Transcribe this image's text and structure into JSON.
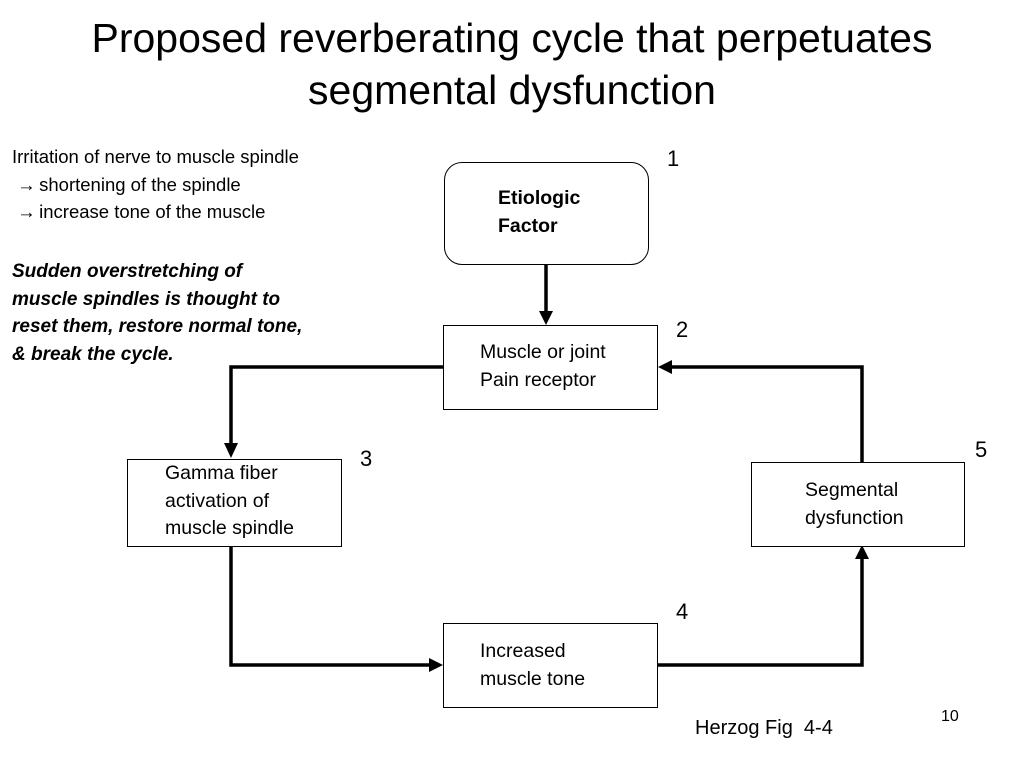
{
  "title": {
    "line1": "Proposed reverberating cycle that perpetuates",
    "line2": "segmental dysfunction"
  },
  "left_notes": {
    "line1": "Irritation of nerve to muscle spindle",
    "line2": "shortening of the spindle",
    "line3": "increase tone of the muscle",
    "arrow_glyph": "→"
  },
  "left_bold_note": {
    "line1": "Sudden overstretching of",
    "line2": "muscle spindles is thought to",
    "line3": "reset them, restore normal tone,",
    "line4": "& break the cycle."
  },
  "nodes": {
    "etiologic": {
      "number": "1",
      "line1": "Etiologic",
      "line2": "Factor"
    },
    "receptor": {
      "number": "2",
      "line1": "Muscle or joint",
      "line2": "Pain receptor"
    },
    "gamma": {
      "number": "3",
      "line1": "Gamma fiber",
      "line2": "activation of",
      "line3": "muscle spindle"
    },
    "tone": {
      "number": "4",
      "line1": "Increased",
      "line2": "muscle tone"
    },
    "segmental": {
      "number": "5",
      "line1": "Segmental",
      "line2": "dysfunction"
    }
  },
  "footer": {
    "page_number": "10",
    "citation": "Herzog Fig  4-4"
  }
}
